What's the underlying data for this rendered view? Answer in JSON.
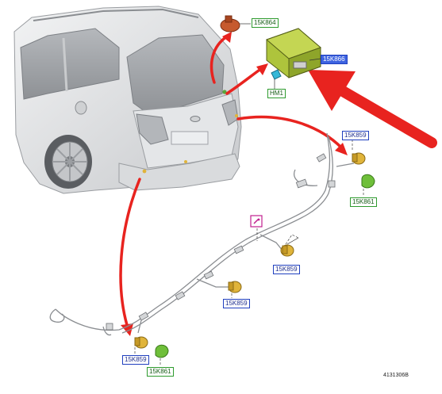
{
  "labels": {
    "antenna": "15K864",
    "module": "15K866",
    "hm1": "HM1",
    "sensor_top": "15K859",
    "bracket_top": "15K861",
    "sensor_mid": "15K859",
    "sensor_low": "15K859",
    "sensor_bottom": "15K859",
    "bracket_bottom": "15K861"
  },
  "reference_number": "4131306B",
  "colors": {
    "arrow_red": "#e8231f",
    "sensor_yellow": "#e0b43a",
    "bracket_green": "#6fbf3a",
    "module_green": "#aec43c",
    "label_blue": "#1f3fbf",
    "label_green": "#2e9b2e",
    "connector_magenta": "#c0208f",
    "hm1_cyan": "#35b8d8"
  }
}
